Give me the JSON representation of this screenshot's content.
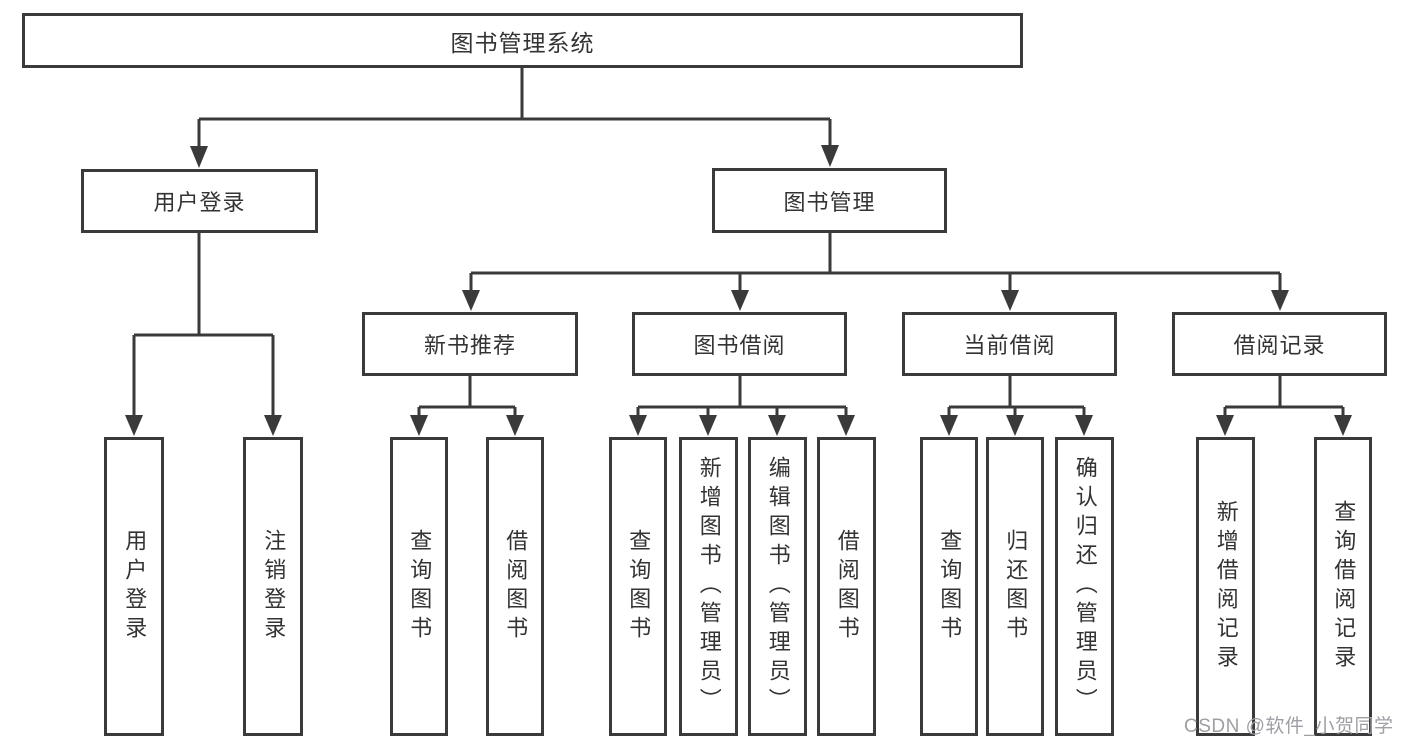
{
  "diagram": {
    "root": "图书管理系统",
    "user_login": {
      "label": "用户登录",
      "children": [
        "用户登录",
        "注销登录"
      ]
    },
    "book_mgmt": {
      "label": "图书管理",
      "sections": [
        {
          "label": "新书推荐",
          "children": [
            "查询图书",
            "借阅图书"
          ]
        },
        {
          "label": "图书借阅",
          "children": [
            "查询图书",
            "新增图书（管理员）",
            "编辑图书（管理员）",
            "借阅图书"
          ]
        },
        {
          "label": "当前借阅",
          "children": [
            "查询图书",
            "归还图书",
            "确认归还（管理员）"
          ]
        },
        {
          "label": "借阅记录",
          "children": [
            "新增借阅记录",
            "查询借阅记录"
          ]
        }
      ]
    }
  },
  "watermark": "CSDN @软件_小贺同学",
  "colors": {
    "line": "#3a3a3a",
    "box_fill": "#ffffff",
    "text": "#333333",
    "watermark": "#9e9ea4",
    "background": "#ffffff"
  }
}
